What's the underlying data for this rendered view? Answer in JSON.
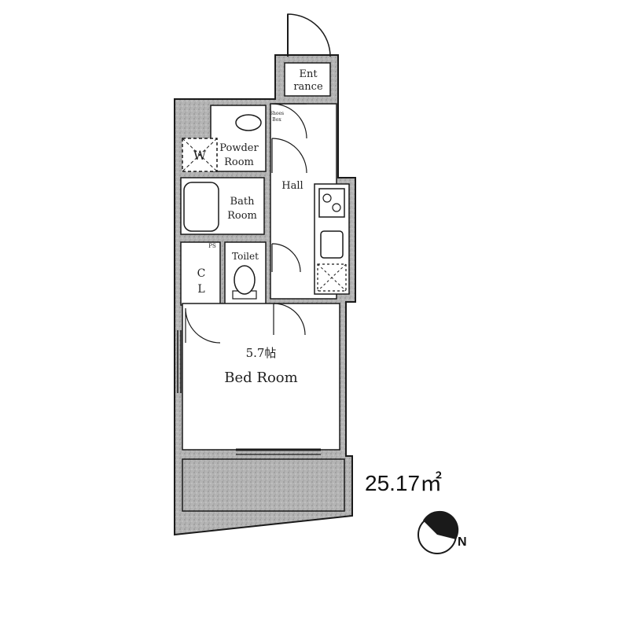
{
  "rooms": {
    "entrance_line1": "Ent",
    "entrance_line2": "rance",
    "shoes_box_line1": "Shoes",
    "shoes_box_line2": "Box",
    "washer_mark": "W",
    "powder_line1": "Powder",
    "powder_line2": "Room",
    "hall": "Hall",
    "bath_line1": "Bath",
    "bath_line2": "Room",
    "ps": "PS",
    "toilet": "Toilet",
    "closet_line1": "C",
    "closet_line2": "L",
    "bedroom_size": "5.7帖",
    "bedroom": "Bed Room"
  },
  "floor_area": "25.17㎡",
  "compass_label": "N",
  "colors": {
    "wall_fill": "#a9a9a9",
    "line": "#1a1a1a",
    "background": "#ffffff"
  }
}
